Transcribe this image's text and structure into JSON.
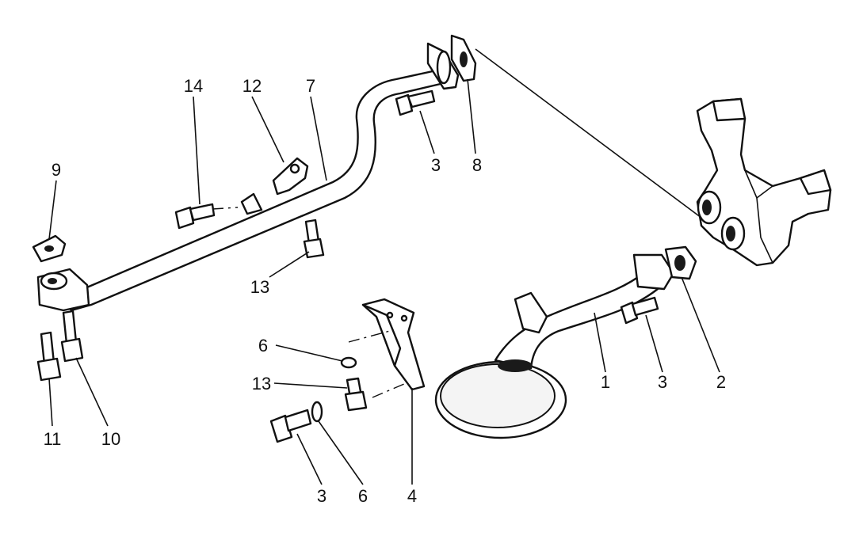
{
  "diagram": {
    "callouts": [
      {
        "id": "c14",
        "text": "14"
      },
      {
        "id": "c12",
        "text": "12"
      },
      {
        "id": "c7",
        "text": "7"
      },
      {
        "id": "c3a",
        "text": "3"
      },
      {
        "id": "c8",
        "text": "8"
      },
      {
        "id": "c9",
        "text": "9"
      },
      {
        "id": "c13a",
        "text": "13"
      },
      {
        "id": "c6a",
        "text": "6"
      },
      {
        "id": "c13b",
        "text": "13"
      },
      {
        "id": "c11",
        "text": "11"
      },
      {
        "id": "c10",
        "text": "10"
      },
      {
        "id": "c3b",
        "text": "3"
      },
      {
        "id": "c6b",
        "text": "6"
      },
      {
        "id": "c4",
        "text": "4"
      },
      {
        "id": "c1",
        "text": "1"
      },
      {
        "id": "c3c",
        "text": "3"
      },
      {
        "id": "c2",
        "text": "2"
      }
    ]
  }
}
